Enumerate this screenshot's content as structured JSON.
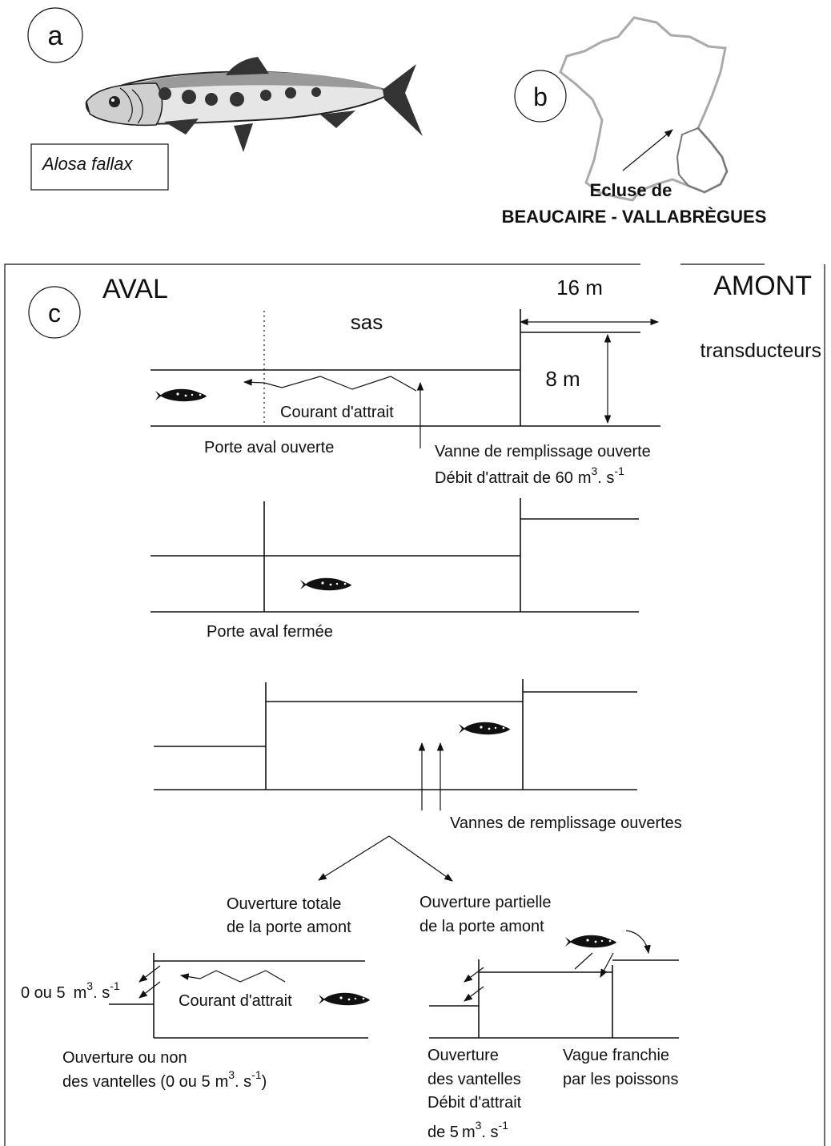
{
  "panel_a": {
    "label": "a",
    "species": "Alosa fallax"
  },
  "panel_b": {
    "label": "b",
    "site_line1": "Ecluse de",
    "site_line2": "BEAUCAIRE - VALLABRÈGUES"
  },
  "panel_c": {
    "label": "c",
    "aval": "AVAL",
    "amont": "AMONT",
    "sas": "sas",
    "width": "16 m",
    "height": "8 m",
    "transducteurs": "transducteurs",
    "step1": {
      "courant": "Courant d'attrait",
      "porte": "Porte aval ouverte",
      "vanne": "Vanne de remplissage ouverte",
      "debit_prefix": "Débit d'attrait de 60",
      "debit_unit": "m",
      "debit_exp": "3",
      "debit_unit2": ". s",
      "debit_exp2": "-1"
    },
    "step2": {
      "porte": "Porte aval fermée"
    },
    "step3": {
      "vannes": "Vannes de remplissage ouvertes"
    },
    "branch_left": {
      "line1": "Ouverture totale",
      "line2": "de la porte amont",
      "flow_prefix": "0 ou 5",
      "flow_unit": "m",
      "flow_exp": "3",
      "flow_unit2": ". s",
      "flow_exp2": "-1",
      "courant": "Courant d'attrait",
      "caption1": "Ouverture ou non",
      "caption2_prefix": "des vantelles (0 ou 5",
      "caption2_unit": "m",
      "caption2_exp": "3",
      "caption2_unit2": ". s",
      "caption2_exp2": "-1",
      "caption2_close": ")"
    },
    "branch_right": {
      "line1": "Ouverture partielle",
      "line2": "de la porte amont",
      "cap1": "Ouverture",
      "cap2": "des vantelles",
      "cap3": "Débit d'attrait",
      "cap4_prefix": "de 5",
      "cap4_unit": "m",
      "cap4_exp": "3",
      "cap4_unit2": ". s",
      "cap4_exp2": "-1",
      "wave1": "Vague franchie",
      "wave2": "par les poissons"
    }
  }
}
